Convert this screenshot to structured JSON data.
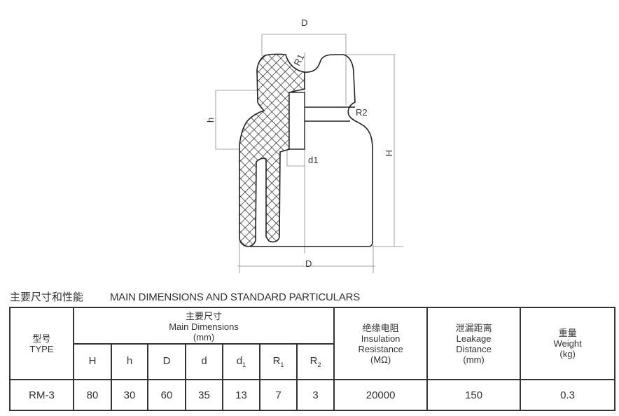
{
  "drawing": {
    "labels": {
      "D_top": "D",
      "D_bottom": "D",
      "H": "H",
      "h": "h",
      "d1": "d1",
      "R1": "R1",
      "R2": "R2"
    }
  },
  "title": {
    "zh": "主要尺寸和性能",
    "en": "MAIN DIMENSIONS AND STANDARD PARTICULARS"
  },
  "table": {
    "type_header": {
      "zh": "型号",
      "en": "TYPE"
    },
    "main_dims_header": {
      "zh": "主要尺寸",
      "en": "Main Dimensions",
      "unit": "(mm)"
    },
    "dim_columns": [
      {
        "base": "H",
        "sub": ""
      },
      {
        "base": "h",
        "sub": ""
      },
      {
        "base": "D",
        "sub": ""
      },
      {
        "base": "d",
        "sub": ""
      },
      {
        "base": "d",
        "sub": "1"
      },
      {
        "base": "R",
        "sub": "1"
      },
      {
        "base": "R",
        "sub": "2"
      }
    ],
    "insulation_header": {
      "zh": "绝缘电阻",
      "en1": "Insulation",
      "en2": "Resistance",
      "unit": "(MΩ)"
    },
    "leakage_header": {
      "zh": "泄漏距离",
      "en1": "Leakage",
      "en2": "Distance",
      "unit": "(mm)"
    },
    "weight_header": {
      "zh": "重量",
      "en": "Weight",
      "unit": "(kg)"
    },
    "rows": [
      {
        "type": "RM-3",
        "dims": [
          "80",
          "30",
          "60",
          "35",
          "13",
          "7",
          "3"
        ],
        "insulation": "20000",
        "leakage": "150",
        "weight": "0.3"
      }
    ]
  }
}
